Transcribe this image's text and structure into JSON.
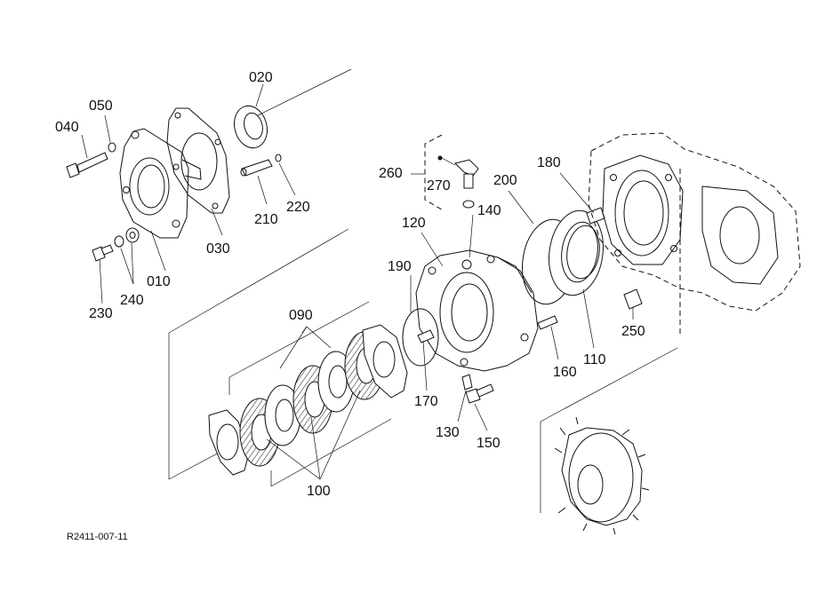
{
  "labels": {
    "p010": "010",
    "p020": "020",
    "p030": "030",
    "p040": "040",
    "p050": "050",
    "p090": "090",
    "p100": "100",
    "p110": "110",
    "p120": "120",
    "p130": "130",
    "p140": "140",
    "p150": "150",
    "p160": "160",
    "p170": "170",
    "p180": "180",
    "p190": "190",
    "p200": "200",
    "p210": "210",
    "p220": "220",
    "p230": "230",
    "p240": "240",
    "p250": "250",
    "p260": "260",
    "p270": "270"
  },
  "drawing_code": "R2411-007-11"
}
